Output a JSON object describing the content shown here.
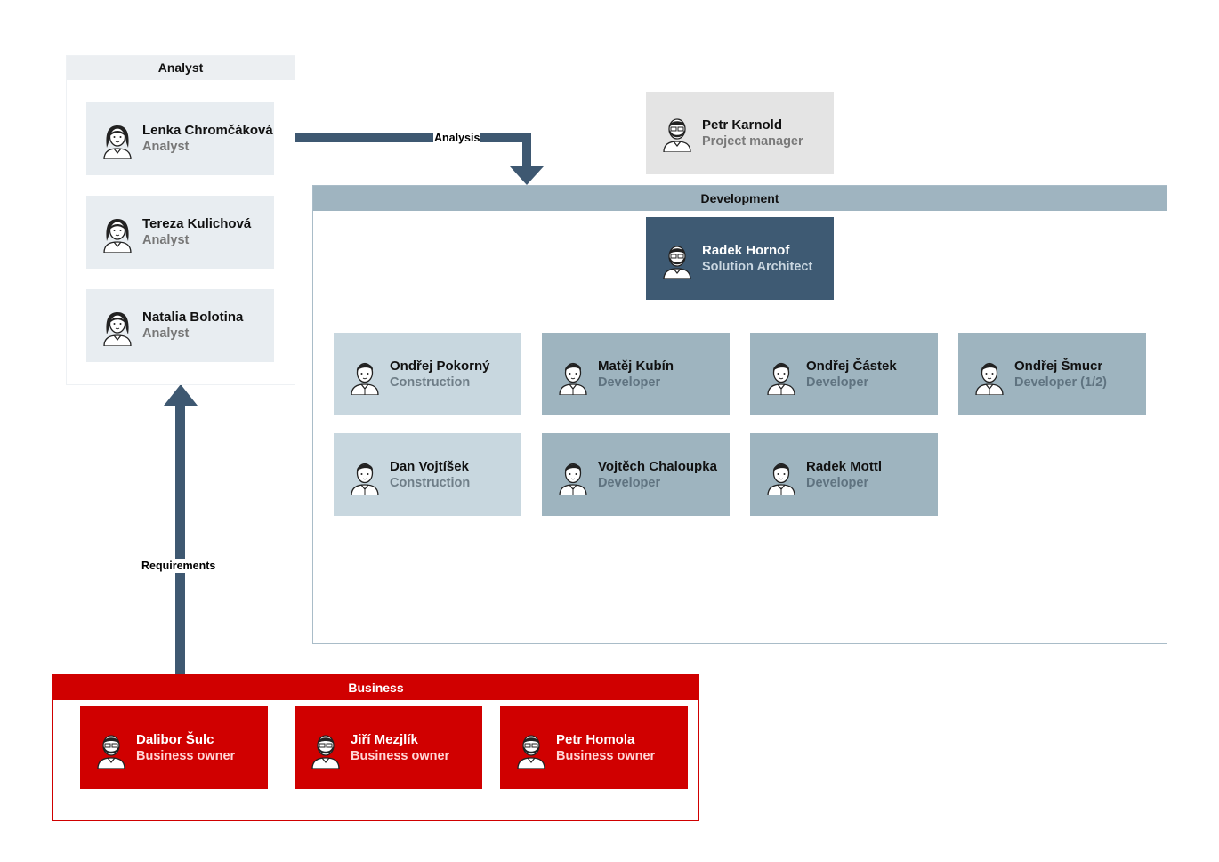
{
  "groups": {
    "analyst": {
      "title": "Analyst",
      "members": [
        {
          "name": "Lenka Chromčáková",
          "role": "Analyst",
          "avatar": "female-avatar-icon"
        },
        {
          "name": "Tereza Kulichová",
          "role": "Analyst",
          "avatar": "female-avatar-icon"
        },
        {
          "name": "Natalia Bolotina",
          "role": "Analyst",
          "avatar": "female-avatar-icon"
        }
      ]
    },
    "project_manager": {
      "name": "Petr Karnold",
      "role": "Project manager",
      "avatar": "bearded-male-avatar-icon"
    },
    "development": {
      "title": "Development",
      "lead": {
        "name": "Radek Hornof",
        "role": "Solution Architect",
        "avatar": "bearded-male-avatar-icon"
      },
      "members": [
        {
          "name": "Ondřej Pokorný",
          "role": "Construction",
          "avatar": "male-avatar-icon"
        },
        {
          "name": "Matěj Kubín",
          "role": "Developer",
          "avatar": "male-avatar-icon"
        },
        {
          "name": "Ondřej Částek",
          "role": "Developer",
          "avatar": "male-avatar-icon"
        },
        {
          "name": "Ondřej Šmucr",
          "role": "Developer (1/2)",
          "avatar": "male-avatar-icon"
        },
        {
          "name": "Dan Vojtíšek",
          "role": "Construction",
          "avatar": "male-avatar-icon"
        },
        {
          "name": "Vojtěch Chaloupka",
          "role": "Developer",
          "avatar": "male-avatar-icon"
        },
        {
          "name": "Radek Mottl",
          "role": "Developer",
          "avatar": "male-avatar-icon"
        }
      ]
    },
    "business": {
      "title": "Business",
      "members": [
        {
          "name": "Dalibor Šulc",
          "role": "Business owner",
          "avatar": "bearded-male-avatar-icon"
        },
        {
          "name": "Jiří Mezjlík",
          "role": "Business owner",
          "avatar": "bearded-male-avatar-icon"
        },
        {
          "name": "Petr Homola",
          "role": "Business owner",
          "avatar": "bearded-male-avatar-icon"
        }
      ]
    }
  },
  "arrows": {
    "analysis": "Analysis",
    "requirements": "Requirements"
  },
  "colors": {
    "arrow": "#3e5871",
    "analyst_header": "#eceff2",
    "analyst_card": "#e8edf1",
    "dev_header": "#9fb4c0",
    "dev_border": "#a9bcc8",
    "architect_card": "#3e5a73",
    "construction_card": "#c8d7df",
    "developer_card": "#9eb4bf",
    "pm_card": "#e4e4e4",
    "business_red": "#d00000"
  }
}
